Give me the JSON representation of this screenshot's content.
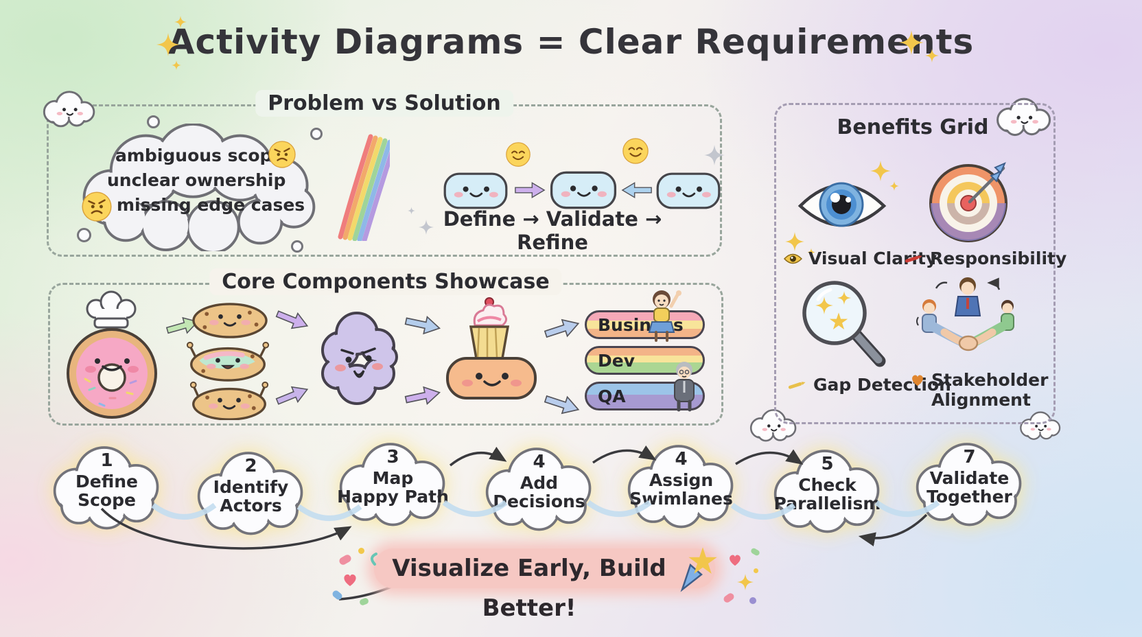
{
  "title": {
    "text": "Activity Diagrams = Clear Requirements"
  },
  "problem_solution": {
    "heading": "Problem vs Solution",
    "problem_items": [
      "ambiguous scope",
      "unclear ownership",
      "missing edge cases"
    ],
    "flow_caption": "Define → Validate → Refine"
  },
  "core_components": {
    "heading": "Core Components Showcase",
    "swimlanes": [
      {
        "label": "Business"
      },
      {
        "label": "Dev"
      },
      {
        "label": "QA"
      }
    ]
  },
  "benefits": {
    "heading": "Benefits Grid",
    "items": [
      {
        "label": "Visual Clarity",
        "icon": "eye-icon"
      },
      {
        "label": "Responsibility",
        "icon": "target-icon"
      },
      {
        "label": "Gap Detection",
        "icon": "magnifier-icon"
      },
      {
        "label": "Stakeholder Alignment",
        "line1": "Stakeholder",
        "line2": "Alignment",
        "icon": "handshake-icon"
      }
    ]
  },
  "process": {
    "steps": [
      {
        "number": "1",
        "line1": "Define",
        "line2": "Scope"
      },
      {
        "number": "2",
        "line1": "Identify",
        "line2": "Actors"
      },
      {
        "number": "3",
        "line1": "Map",
        "line2": "Happy Path"
      },
      {
        "number": "4",
        "line1": "Add",
        "line2": "Decisions"
      },
      {
        "number": "4",
        "line1": "Assign",
        "line2": "Swimlanes"
      },
      {
        "number": "5",
        "line1": "Check",
        "line2": "Parallelism"
      },
      {
        "number": "7",
        "line1": "Validate",
        "line2": "Together"
      }
    ]
  },
  "footer": {
    "text": "Visualize Early, Build Better!"
  },
  "icons": {
    "title_decoration": "sparkle-icon",
    "benefit_small_icons": [
      "eye-mini-icon",
      "red-crayon-icon",
      "yellow-crayon-icon",
      "orange-heart-icon"
    ],
    "footer_decoration": "shooting-star-icon"
  },
  "colors": {
    "accent_gold": "#f2c64b",
    "banner_pink": "#f6c8c3",
    "arrow_purple": "#cdb0ec",
    "arrow_blue": "#aed2ee",
    "lane_qa_purple": "#a79ad1",
    "decision_purple": "#cfc5ea",
    "donut_pink": "#f6a8c5"
  }
}
